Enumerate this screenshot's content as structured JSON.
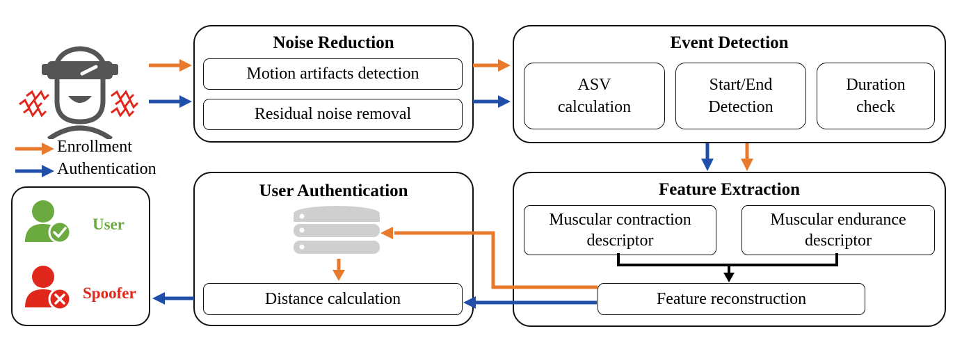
{
  "noise_reduction": {
    "title": "Noise Reduction",
    "steps": [
      "Motion artifacts detection",
      "Residual noise removal"
    ]
  },
  "event_detection": {
    "title": "Event Detection",
    "steps": [
      {
        "line1": "ASV",
        "line2": "calculation"
      },
      {
        "line1": "Start/End",
        "line2": "Detection"
      },
      {
        "line1": "Duration",
        "line2": "check"
      }
    ]
  },
  "feature_extraction": {
    "title": "Feature Extraction",
    "descriptors": [
      {
        "line1": "Muscular contraction",
        "line2": "descriptor"
      },
      {
        "line1": "Muscular endurance",
        "line2": "descriptor"
      }
    ],
    "reconstruction": "Feature reconstruction"
  },
  "user_authentication": {
    "title": "User Authentication",
    "distance": "Distance calculation"
  },
  "legend": {
    "enrollment": "Enrollment",
    "authentication": "Authentication"
  },
  "results": {
    "user": "User",
    "spoofer": "Spoofer"
  },
  "colors": {
    "enrollment": "#E87A2E",
    "authentication": "#1F4FA8",
    "user": "#6BAA3E",
    "spoofer": "#E0271B",
    "database": "#CFCFCF"
  }
}
